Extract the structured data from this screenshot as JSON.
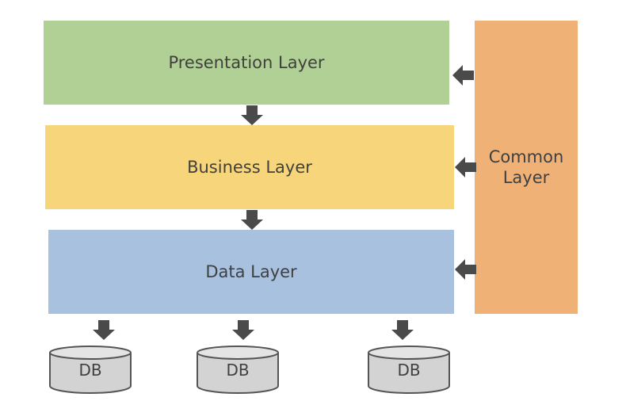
{
  "layers": {
    "presentation": "Presentation Layer",
    "business": "Business Layer",
    "data": "Data Layer",
    "common_line1": "Common",
    "common_line2": "Layer"
  },
  "databases": [
    {
      "label": "DB"
    },
    {
      "label": "DB"
    },
    {
      "label": "DB"
    }
  ],
  "colors": {
    "presentation": "#b1d095",
    "business": "#f7d67b",
    "data": "#a8c1df",
    "common": "#f0b177",
    "arrow": "#4a4a4a",
    "db_fill": "#d3d3d3",
    "db_stroke": "#555555"
  }
}
